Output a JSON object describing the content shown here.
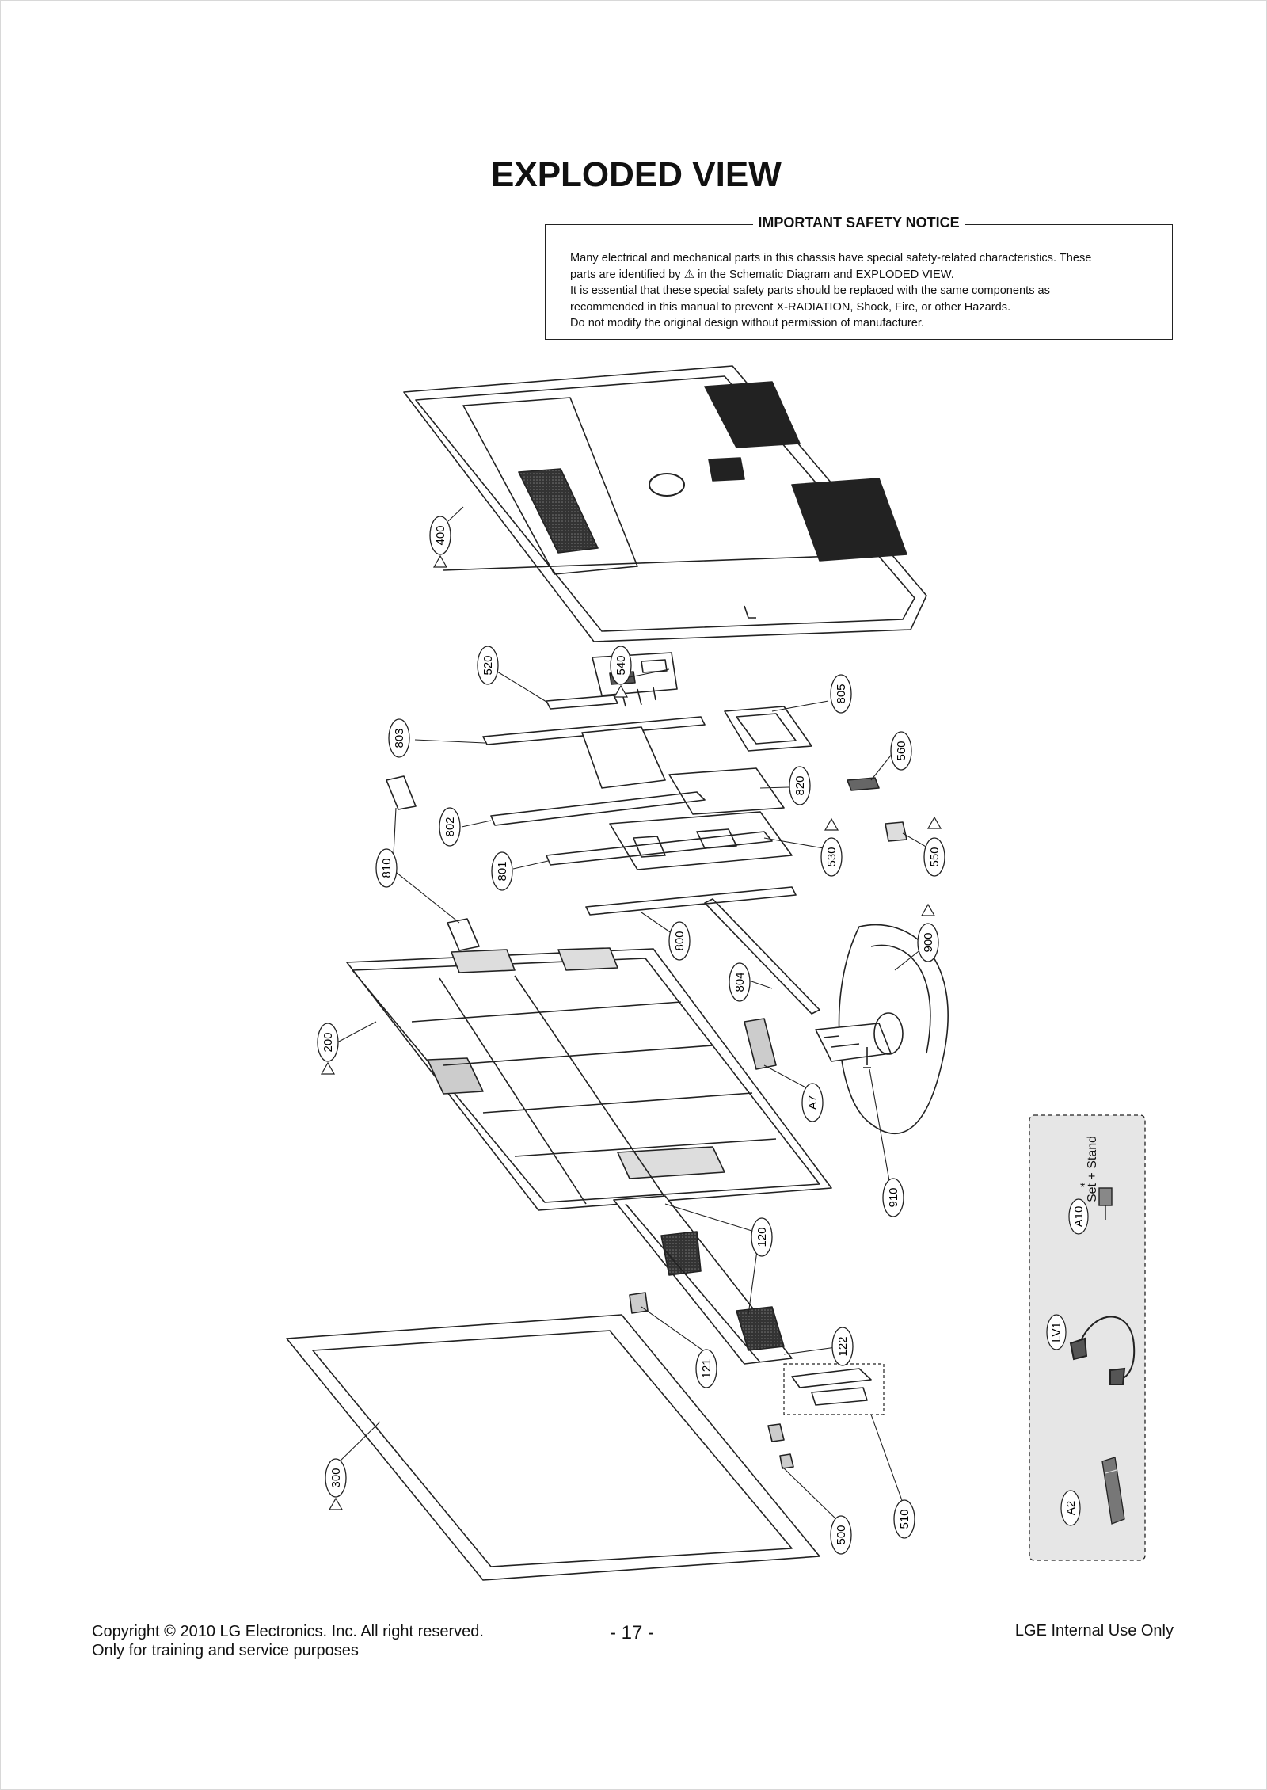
{
  "page": {
    "title": "EXPLODED VIEW"
  },
  "notice": {
    "heading": "IMPORTANT SAFETY NOTICE",
    "line1": "Many electrical and mechanical parts in this chassis have special safety-related characteristics. These",
    "line2a": "parts are identified by",
    "line2b": "in the Schematic Diagram and EXPLODED VIEW.",
    "line3": "It is essential that these special safety parts should be replaced with the same components as",
    "line4": "recommended in this manual to prevent X-RADIATION, Shock, Fire, or other Hazards.",
    "line5": "Do not modify the original design without permission of manufacturer."
  },
  "parts": {
    "p400": "400",
    "p520": "520",
    "p540": "540",
    "p805": "805",
    "p803": "803",
    "p560": "560",
    "p820": "820",
    "p802": "802",
    "p810": "810",
    "p801": "801",
    "p530": "530",
    "p550": "550",
    "p800": "800",
    "p900": "900",
    "p804": "804",
    "p200": "200",
    "pA7": "A7",
    "p910": "910",
    "p120": "120",
    "p121": "121",
    "p122": "122",
    "p300": "300",
    "p500": "500",
    "p510": "510",
    "pA10": "A10",
    "pLV1": "LV1",
    "pA2": "A2"
  },
  "accessories": {
    "set_stand": "Set + Stand"
  },
  "footer": {
    "copyright": "Copyright © 2010 LG Electronics. Inc. All right reserved.",
    "training": "Only for training and service purposes",
    "page_number": "- 17 -",
    "internal": "LGE Internal Use Only"
  }
}
